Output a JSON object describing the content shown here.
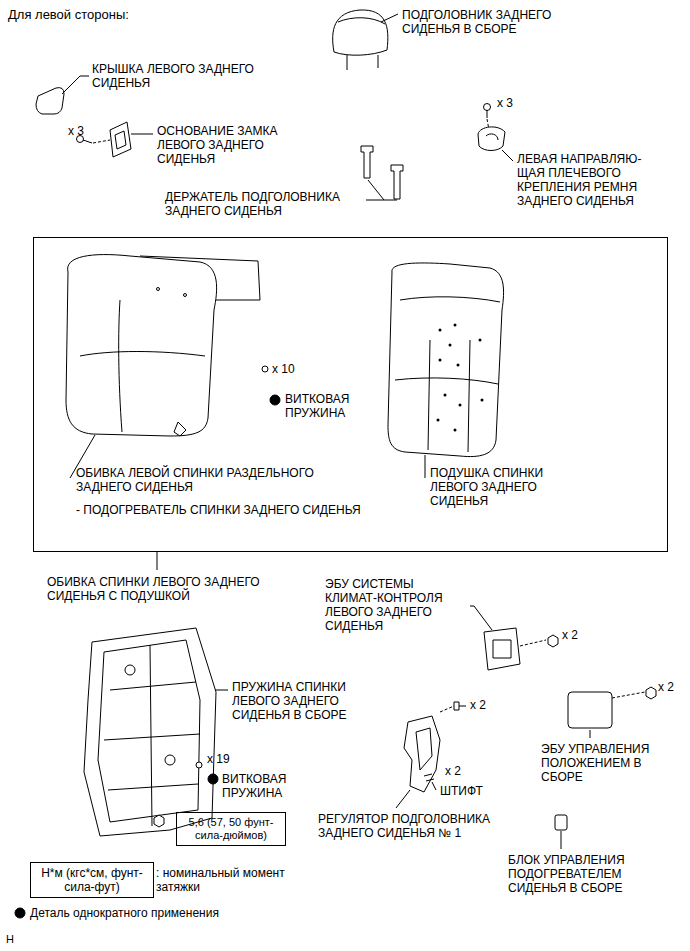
{
  "diagram": {
    "nodes": [
      {
        "text": [
          "ОБИВКА СПИНКИ ЛЕВОГО ЗАДНЕГО СИДЕНЬЯ С ПОДУШКОЙ"
        ]
      },
      {
        "text": [
          "5,6 (57, 50 фунт- сила-дюймов)"
        ]
      },
      {
        "text": [
          "Н*м (кгс*см, фунт-сила-фут)"
        ]
      }
    ],
    "labels": [
      "Для левой стороны:",
      "КРЫШКА ЛЕВОГО ЗАДНЕГО СИДЕНЬЯ",
      "x 3",
      "ОСНОВАНИЕ ЗАМКА ЛЕВОГО ЗАДНЕГО СИДЕНЬЯ",
      "ПОДГОЛОВНИК ЗАДНЕГО СИДЕНЬЯ В СБОРЕ",
      "ДЕРЖАТЕЛЬ ПОДГОЛОВНИКА ЗАДНЕГО СИДЕНЬЯ",
      "x 3",
      "ЛЕВАЯ НАПРАВЛЯЮ- ЩАЯ ПЛЕЧЕВОГО КРЕПЛЕНИЯ РЕМНЯ ЗАДНЕГО СИДЕНЬЯ",
      "x 10",
      "ВИТКОВАЯ ПРУЖИНА",
      "ОБИВКА ЛЕВОЙ СПИНКИ РАЗДЕЛЬНОГО ЗАДНЕГО СИДЕНЬЯ",
      "- ПОДОГРЕВАТЕЛЬ СПИНКИ ЗАДНЕГО СИДЕНЬЯ",
      "ПОДУШКА СПИНКИ ЛЕВОГО ЗАДНЕГО СИДЕНЬЯ",
      "ЭБУ СИСТЕМЫ КЛИМАТ-КОНТРОЛЯ ЛЕВОГО ЗАДНЕГО СИДЕНЬЯ",
      "x 2",
      "ПРУЖИНА СПИНКИ ЛЕВОГО ЗАДНЕГО СИДЕНЬЯ В СБОРЕ",
      "x 2",
      "x 2",
      "x 19",
      "ВИТКОВАЯ ПРУЖИНА",
      "x 2",
      "ШТИФТ",
      "ЭБУ УПРАВЛЕНИЯ ПОЛОЖЕНИЕМ В СБОРЕ",
      "РЕГУЛЯТОР ПОДГОЛОВНИКА ЗАДНЕГО СИДЕНЬЯ № 1",
      "БЛОК УПРАВЛЕНИЯ ПОДОГРЕВАТЕЛЕМ СИДЕНЬЯ В СБОРЕ",
      "H"
    ],
    "legend": [
      {
        "text": ": номинальный момент затяжки"
      },
      {
        "text": "Деталь однократного применения"
      }
    ]
  }
}
